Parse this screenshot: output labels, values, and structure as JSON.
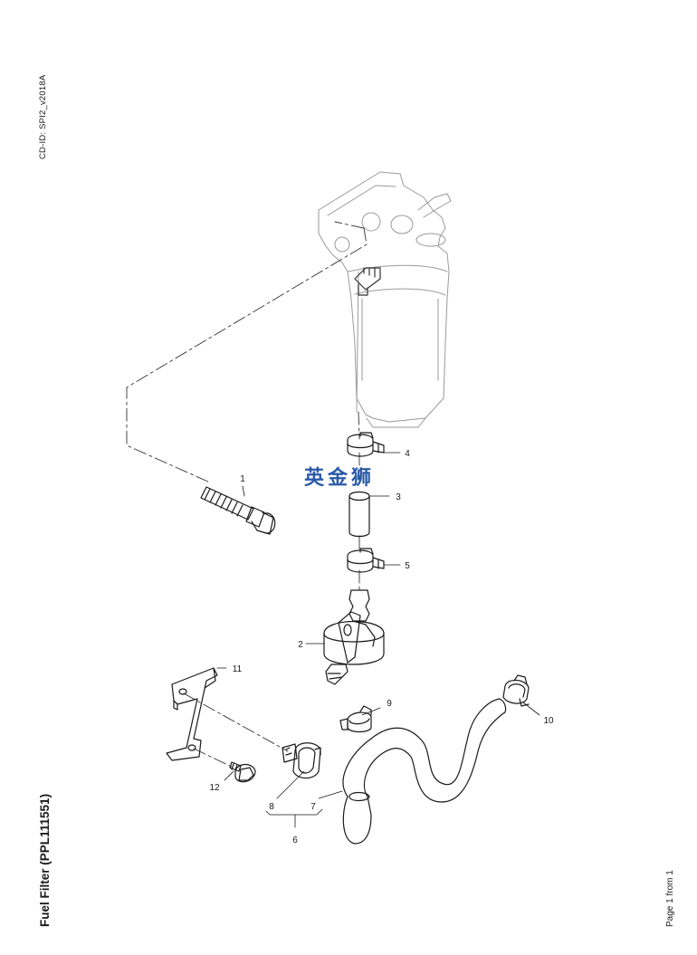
{
  "meta": {
    "cd_id": "CD-ID: SPI2_v2018A",
    "title": "Fuel Filter (PPL111551)",
    "page_info": "Page 1 from 1",
    "watermark": "英金狮"
  },
  "callouts": [
    "1",
    "2",
    "3",
    "4",
    "5",
    "6",
    "7",
    "8",
    "9",
    "10",
    "11",
    "12"
  ],
  "colors": {
    "line": "#1a1a1a",
    "ghost": "#9a9a9a",
    "watermark": "#2a5aa8"
  }
}
